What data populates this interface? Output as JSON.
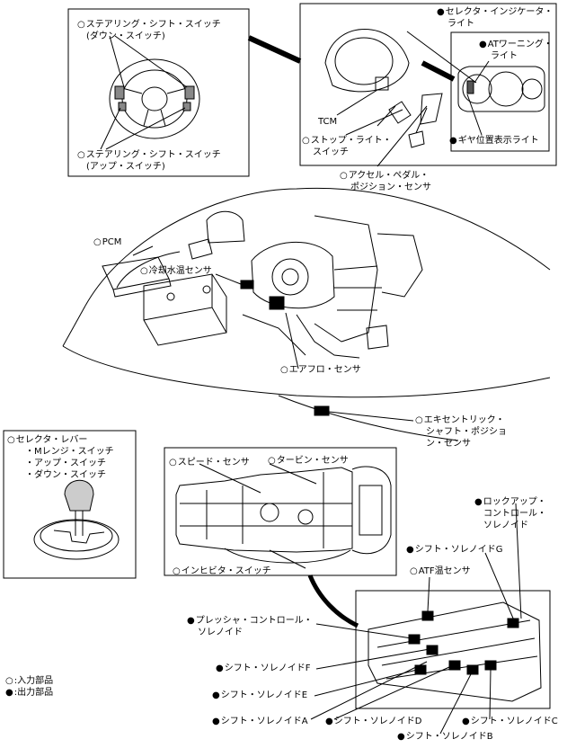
{
  "markers": {
    "input": "○",
    "output": "●"
  },
  "labels": {
    "steering_down_1": "ステアリング・シフト・スイッチ",
    "steering_down_2": "(ダウン・スイッチ)",
    "steering_up_1": "ステアリング・シフト・スイッチ",
    "steering_up_2": "(アップ・スイッチ)",
    "selector_indicator_1": "セレクタ・インジケータ・",
    "selector_indicator_2": "ライト",
    "at_warning_1": "ATワーニング・",
    "at_warning_2": "ライト",
    "gear_position_light": "ギヤ位置表示ライト",
    "tcm": "TCM",
    "stop_light_1": "ストップ・ライト・",
    "stop_light_2": "スイッチ",
    "accel_sensor_1": "アクセル・ペダル・",
    "accel_sensor_2": "ポジション・センサ",
    "pcm": "PCM",
    "coolant_temp_sensor": "冷却水温センサ",
    "airflow_sensor": "エアフロ・センサ",
    "eccentric_1": "エキセントリック・",
    "eccentric_2": "シャフト・ポジショ",
    "eccentric_3": "ン・センサ",
    "selector_lever": "セレクタ・レバー",
    "m_range_switch": "・Mレンジ・スイッチ",
    "up_switch": "・アップ・スイッチ",
    "down_switch": "・ダウン・スイッチ",
    "speed_sensor": "スピード・センサ",
    "turbine_sensor": "タービン・センサ",
    "inhibitor_switch": "インヒビタ・スイッチ",
    "lockup_1": "ロックアップ・",
    "lockup_2": "コントロール・",
    "lockup_3": "ソレノイド",
    "shift_sol_g": "シフト・ソレノイドG",
    "atf_temp_sensor": "ATF温センサ",
    "pressure_control_1": "プレッシャ・コントロール・",
    "pressure_control_2": "ソレノイド",
    "shift_sol_f": "シフト・ソレノイドF",
    "shift_sol_e": "シフト・ソレノイドE",
    "shift_sol_a": "シフト・ソレノイドA",
    "shift_sol_d": "シフト・ソレノイドD",
    "shift_sol_c": "シフト・ソレノイドC",
    "shift_sol_b": "シフト・ソレノイドB"
  },
  "legend": {
    "input_text": ":入力部品",
    "output_text": ":出力部品"
  }
}
